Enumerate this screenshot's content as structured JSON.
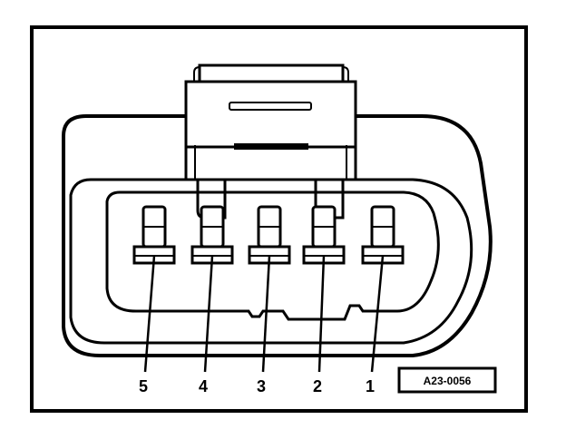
{
  "figure": {
    "reference_code": "A23-0056",
    "pins": [
      {
        "number": "5"
      },
      {
        "number": "4"
      },
      {
        "number": "3"
      },
      {
        "number": "2"
      },
      {
        "number": "1"
      }
    ]
  }
}
